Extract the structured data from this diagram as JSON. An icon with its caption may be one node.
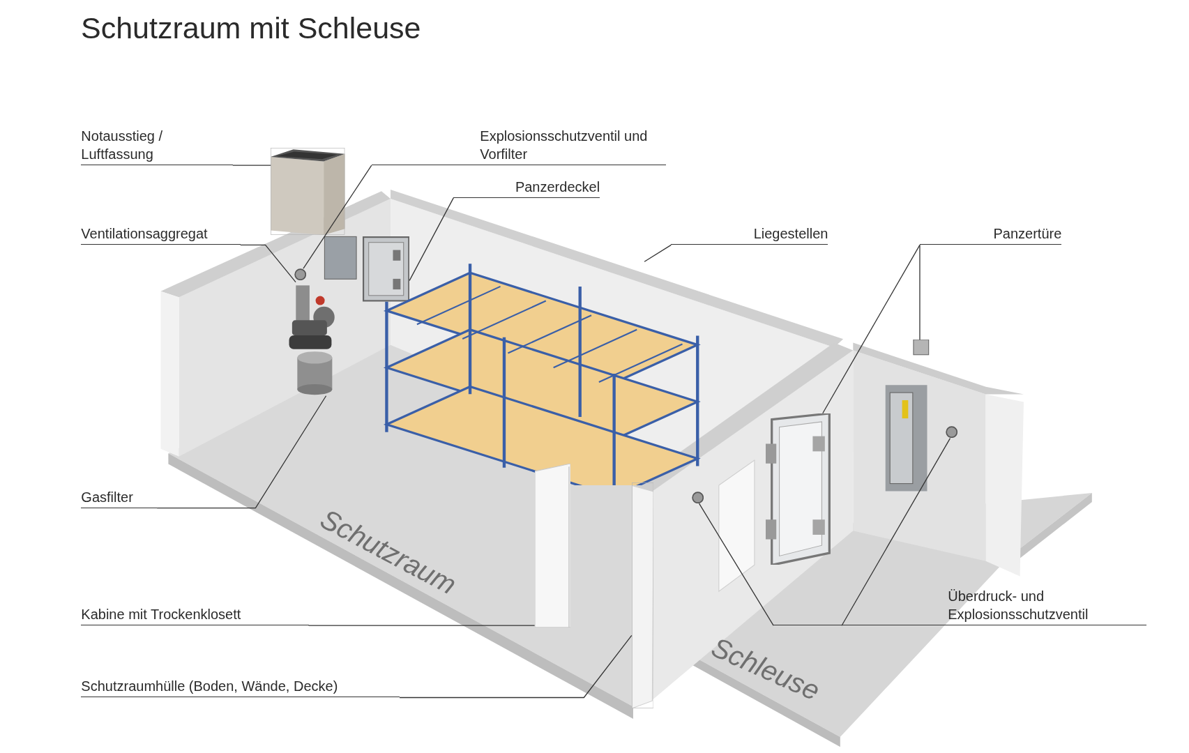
{
  "diagram": {
    "title": "Schutzraum mit Schleuse",
    "nodes": [
      {
        "text": [
          "Notausstieg / Luftfassung"
        ]
      },
      {
        "text": [
          "Explosionsschutzventil und Vorfilter"
        ]
      },
      {
        "text": [
          "Panzerdeckel"
        ]
      },
      {
        "text": [
          "Ventilationsaggregat"
        ]
      },
      {
        "text": [
          "Liegestellen"
        ]
      },
      {
        "text": [
          "Panzertüre"
        ]
      },
      {
        "text": [
          "Gasfilter"
        ]
      },
      {
        "text": [
          "Kabine mit Trockenklosett"
        ]
      },
      {
        "text": [
          "Schutzraumhülle (Boden, Wände, Decke)"
        ]
      },
      {
        "text": [
          "Überdruck- und Explosionsschutzventil"
        ]
      },
      {
        "text": [],
        "shape": "box"
      },
      {
        "text": [],
        "shape": "circle"
      },
      {
        "text": [],
        "shape": "picture"
      },
      {
        "text": [],
        "shape": "picture"
      },
      {
        "text": [],
        "shape": "picture"
      },
      {
        "text": [],
        "shape": "picture"
      },
      {
        "text": [],
        "shape": "picture"
      },
      {
        "text": [],
        "shape": "cylinder"
      },
      {
        "text": [],
        "shape": "picture"
      },
      {
        "text": [],
        "shape": "box"
      },
      {
        "text": [],
        "shape": "circle"
      },
      {
        "text": [],
        "shape": "circle"
      }
    ],
    "edges": [
      {
        "from": 0,
        "to": 10,
        "arrow": "none"
      },
      {
        "from": 1,
        "to": 11,
        "arrow": "none"
      },
      {
        "from": 2,
        "to": 12,
        "arrow": "none"
      },
      {
        "from": 3,
        "to": 13,
        "arrow": "none"
      },
      {
        "from": 4,
        "to": 14,
        "arrow": "none"
      },
      {
        "from": 5,
        "to": 15,
        "arrow": "none"
      },
      {
        "from": 5,
        "to": 16,
        "arrow": "none"
      },
      {
        "from": 6,
        "to": 17,
        "arrow": "none"
      },
      {
        "from": 7,
        "to": 18,
        "arrow": "none"
      },
      {
        "from": 8,
        "to": 19,
        "arrow": "none"
      },
      {
        "from": 9,
        "to": 20,
        "arrow": "none"
      },
      {
        "from": 9,
        "to": 21,
        "arrow": "none"
      }
    ],
    "labels": [
      "Schutzraum",
      "Schleuse"
    ]
  }
}
